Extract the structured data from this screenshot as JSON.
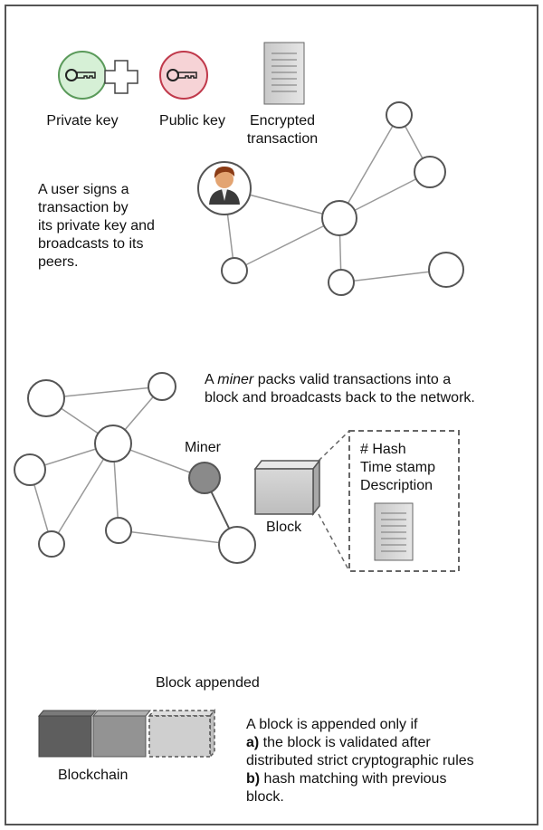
{
  "section1": {
    "private_key_label": "Private key",
    "public_key_label": "Public key",
    "encrypted_label_line1": "Encrypted",
    "encrypted_label_line2": "transaction",
    "description_lines": [
      "A user signs a",
      "transaction by",
      "its private key and",
      "broadcasts to its",
      "peers."
    ]
  },
  "section2": {
    "desc_line1_pre": "A ",
    "desc_line1_em": "miner",
    "desc_line1_post": " packs valid transactions into a",
    "desc_line2": "block and broadcasts back to the network.",
    "miner_label": "Miner",
    "block_label": "Block",
    "detail_hash": "# Hash",
    "detail_timestamp": "Time stamp",
    "detail_description": "Description"
  },
  "section3": {
    "appended_label": "Block appended",
    "blockchain_label": "Blockchain",
    "rule_line1": "A block is appended only if",
    "rule_a_bold": "a)",
    "rule_a_text": " the block is validated after",
    "rule_line3": "distributed strict cryptographic rules",
    "rule_b_bold": "b)",
    "rule_b_text": " hash matching with previous",
    "rule_line5": "block."
  },
  "colors": {
    "private_key_fill": "#d6f0d6",
    "private_key_stroke": "#5a9a5a",
    "public_key_fill": "#f6d3d6",
    "public_key_stroke": "#c0394b",
    "node_stroke": "#555555",
    "edge": "#999999",
    "miner_fill": "#8a8a8a"
  }
}
